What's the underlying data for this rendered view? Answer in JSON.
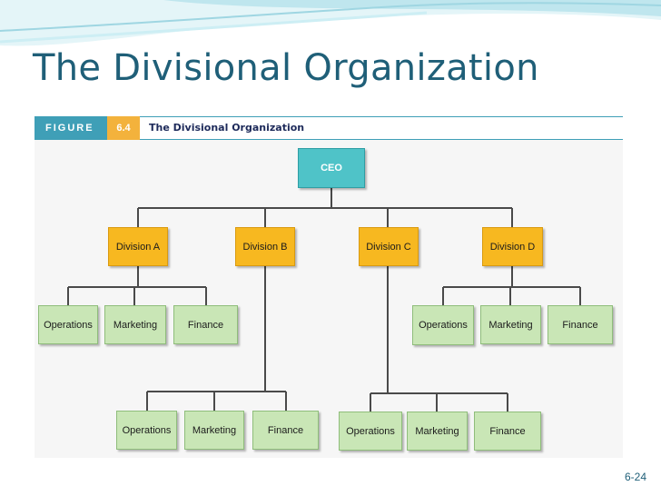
{
  "title": "The Divisional Organization",
  "figure": {
    "label": "FIGURE",
    "number": "6.4",
    "caption": "The Divisional Organization"
  },
  "org_chart": {
    "ceo": "CEO",
    "divisions": [
      {
        "name": "Division A",
        "functions": [
          "Operations",
          "Marketing",
          "Finance"
        ]
      },
      {
        "name": "Division B",
        "functions": [
          "Operations",
          "Marketing",
          "Finance"
        ]
      },
      {
        "name": "Division C",
        "functions": [
          "Operations",
          "Marketing",
          "Finance"
        ]
      },
      {
        "name": "Division D",
        "functions": [
          "Operations",
          "Marketing",
          "Finance"
        ]
      }
    ]
  },
  "slide_number": "6-24",
  "colors": {
    "title": "#1f5f78",
    "figure_bar": "#3f9fb7",
    "figure_number": "#f3b23c",
    "ceo_box": "#4fc3c8",
    "division_box": "#f7b820",
    "function_box": "#c9e6b6"
  }
}
